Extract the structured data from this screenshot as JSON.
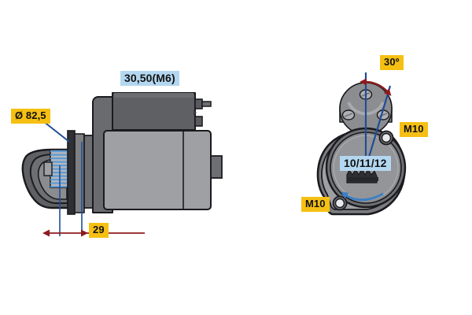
{
  "drawing": {
    "title": "Starter motor technical drawing",
    "background_color": "#ffffff",
    "views": [
      {
        "id": "side-view",
        "name": "starter-side-view",
        "description": "Side elevation of starter motor with solenoid, drive end housing and pinion"
      },
      {
        "id": "end-view",
        "name": "starter-end-view",
        "description": "Drive end face view showing mounting flange, bolt holes and pinion"
      }
    ],
    "callouts": [
      {
        "id": "diameter",
        "name": "callout-diameter",
        "text": "Ø 82,5",
        "style": "yellow",
        "color": "#f5c013",
        "view": "side-view",
        "meaning": "flange-diameter"
      },
      {
        "id": "terminal",
        "name": "callout-terminal-thread",
        "text": "30,50(M6)",
        "style": "blue",
        "color": "#b3d7f0",
        "view": "side-view",
        "meaning": "solenoid-terminal-designation"
      },
      {
        "id": "length29",
        "name": "callout-pinion-offset",
        "text": "29",
        "style": "yellow",
        "color": "#f5c013",
        "view": "side-view",
        "meaning": "pinion-to-flange-distance-mm"
      },
      {
        "id": "angle30",
        "name": "callout-mounting-angle",
        "text": "30º",
        "style": "yellow",
        "color": "#f5c013",
        "view": "end-view",
        "meaning": "solenoid-offset-angle"
      },
      {
        "id": "m10-upper",
        "name": "callout-bolt-thread-upper",
        "text": "M10",
        "style": "yellow",
        "color": "#f5c013",
        "view": "end-view",
        "meaning": "mounting-bolt-thread"
      },
      {
        "id": "m10-lower",
        "name": "callout-bolt-thread-lower",
        "text": "M10",
        "style": "yellow",
        "color": "#f5c013",
        "view": "end-view",
        "meaning": "mounting-bolt-thread"
      },
      {
        "id": "teeth",
        "name": "callout-pinion-teeth",
        "text": "10/11/12",
        "style": "blue",
        "color": "#b3d7f0",
        "view": "end-view",
        "meaning": "pinion-tooth-count-options"
      }
    ],
    "palette": {
      "body_gray": "#9fa0a4",
      "dark_gray": "#5f6063",
      "mid_gray": "#7e7f83",
      "light_gray": "#b6b7bb",
      "outline": "#1b1b1f",
      "dimension_red": "#8e1b20",
      "leader_blue": "#1f4e96",
      "arrow_blue": "#3d7fc4",
      "pinion_blue": "#5b9bd5"
    }
  }
}
